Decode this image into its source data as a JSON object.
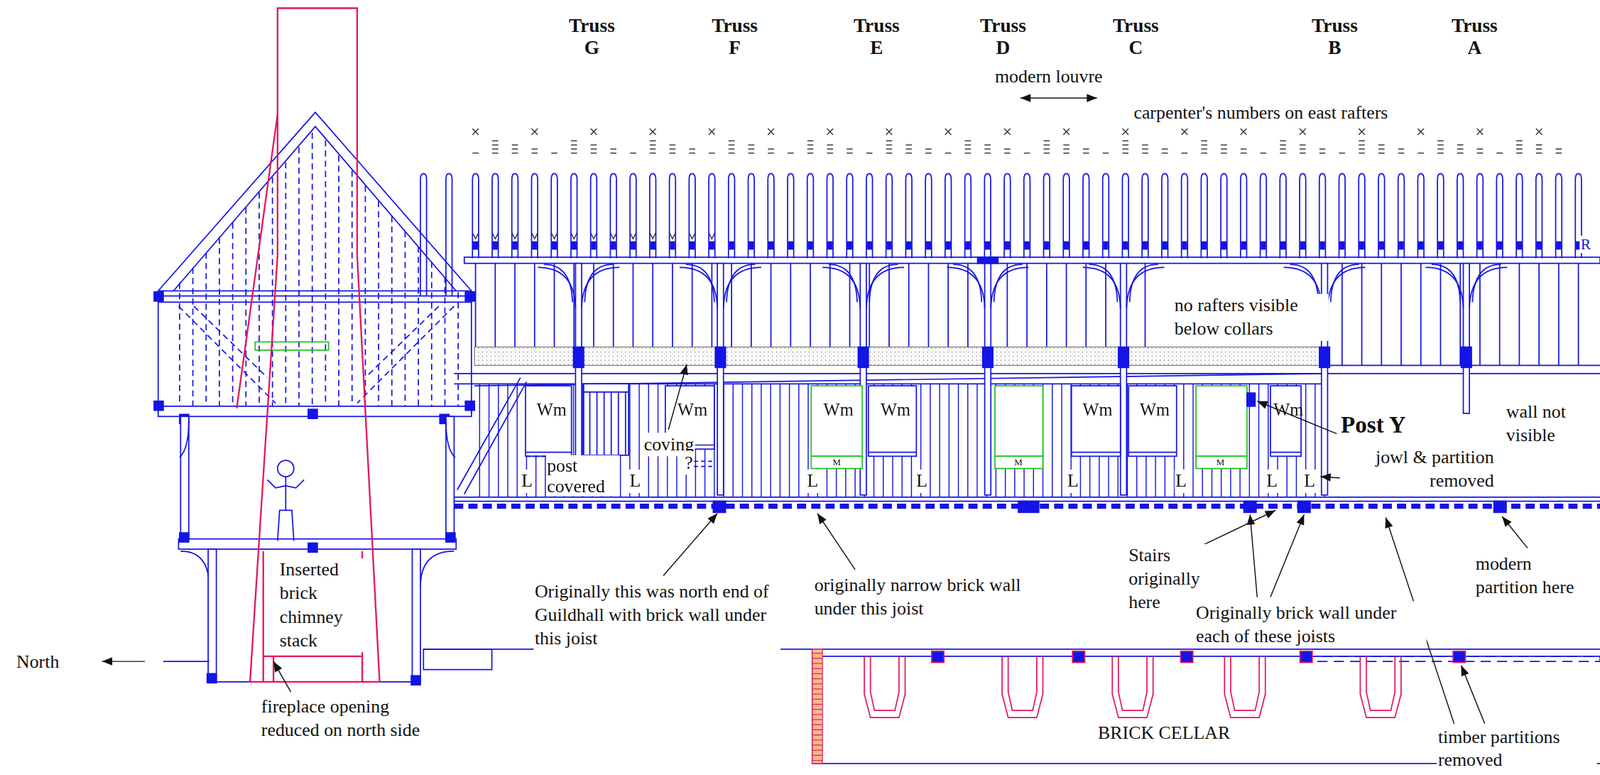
{
  "diagram": {
    "labels": [
      "Truss G",
      "Truss F",
      "Truss E",
      "Truss D",
      "Truss C",
      "Truss B",
      "Truss A",
      "modern louvre",
      "carpenter's numbers on east rafters",
      "no rafters visible below collars",
      "Wm",
      "Wm",
      "Wm",
      "Wm",
      "Wm",
      "Wm",
      "Wm",
      "coving",
      "post covered",
      "?",
      "Post Y",
      "jowl & partition removed",
      "wall not visible",
      "L",
      "L",
      "L",
      "L",
      "L",
      "L",
      "L",
      "L",
      "M",
      "M",
      "M",
      "R",
      "Inserted brick chimney stack",
      "fireplace opening reduced on north side",
      "North",
      "Originally this was north end of Guildhall with brick wall under this joist",
      "originally narrow brick wall under this joist",
      "Stairs originally here",
      "Originally brick wall under each of these joists",
      "modern partition here",
      "timber partitions removed",
      "BRICK CELLAR"
    ]
  }
}
